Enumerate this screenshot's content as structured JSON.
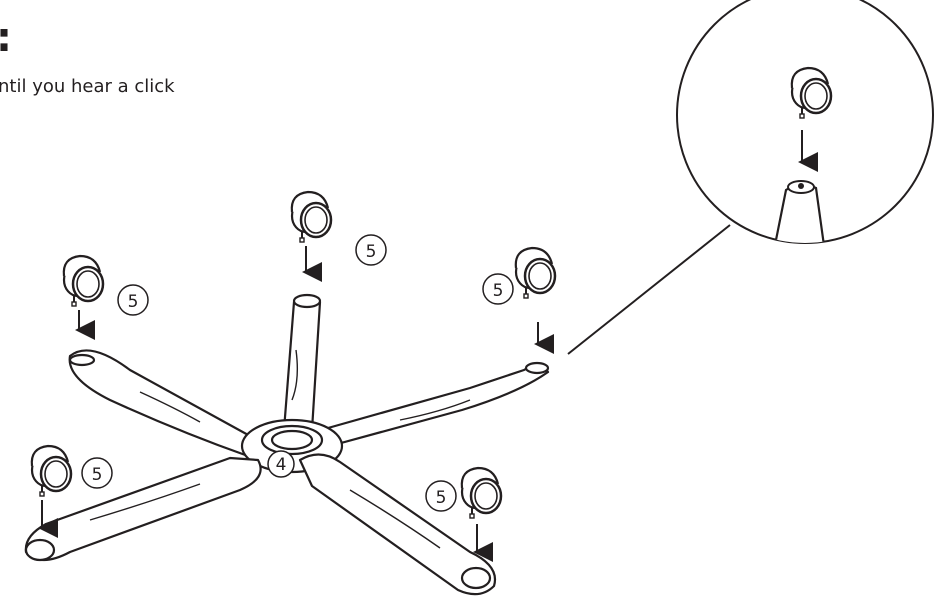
{
  "header": {
    "step_marker": ":",
    "instruction": "ntil you hear a click"
  },
  "callouts": {
    "base_number": "4",
    "caster_number": "5"
  },
  "detail_view": {
    "label": "caster insertion detail"
  },
  "colors": {
    "line": "#231f20",
    "fill": "#ffffff",
    "shade": "#e6e6e6"
  }
}
